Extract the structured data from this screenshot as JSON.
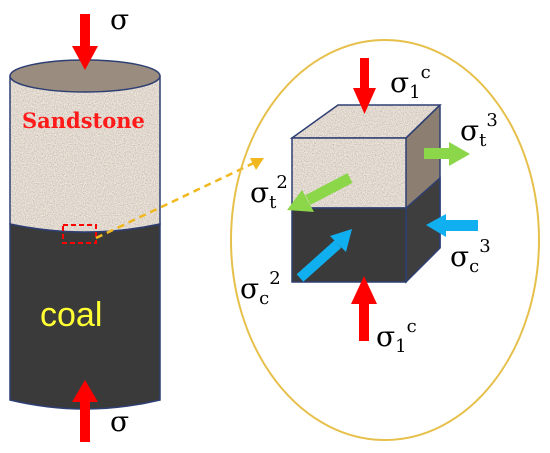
{
  "materials": {
    "sandstone": "Sandstone",
    "coal": "coal"
  },
  "stress_symbols": {
    "sigma_top": "σ",
    "sigma_bottom": "σ",
    "sigma1c_top": {
      "base": "σ",
      "sub": "1",
      "sup": "c"
    },
    "sigma1c_bottom": {
      "base": "σ",
      "sub": "1",
      "sup": "c"
    },
    "sigmat3": {
      "base": "σ",
      "sub": "t",
      "sup": "3"
    },
    "sigmat2": {
      "base": "σ",
      "sub": "t",
      "sup": "2"
    },
    "sigmac3": {
      "base": "σ",
      "sub": "c",
      "sup": "3"
    },
    "sigmac2": {
      "base": "σ",
      "sub": "c",
      "sup": "2"
    }
  },
  "colors": {
    "compression_arrow": "#ff0000",
    "tension_arrow": "#8cd64a",
    "coal_compression_arrow": "#10b0f0",
    "coal": "#3a3a3a",
    "sandstone": "#a89a8a",
    "ellipse": "#e6c04a",
    "link": "#f0b81e",
    "highlight_box": "#ff0000"
  }
}
